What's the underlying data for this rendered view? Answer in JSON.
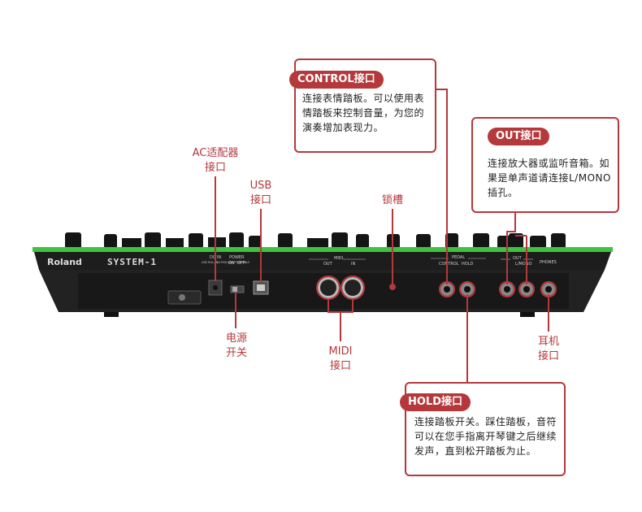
{
  "device": {
    "brand": "Roland",
    "model": "SYSTEM-1",
    "panel_labels": {
      "dc_in": "DC IN",
      "dc_note": "USE ROLAND PSB ADAPTOR ONLY",
      "power": "POWER",
      "power_on": "ON",
      "power_off": "OFF",
      "midi": "MIDI",
      "midi_out": "OUT",
      "midi_in": "IN",
      "pedal": "PEDAL",
      "pedal_control": "CONTROL",
      "pedal_hold": "HOLD",
      "out": "OUT",
      "out_l_mono": "L/MONO",
      "phones": "PHONES"
    },
    "colors": {
      "body": "#1b1b1b",
      "accent_strip": "#3fc23f",
      "callout": "#b5383b"
    }
  },
  "callouts": {
    "control": {
      "title": "CONTROL接口",
      "text": "连接表情踏板。可以使用表情踏板来控制音量，为您的演奏增加表现力。"
    },
    "out": {
      "title": "OUT接口",
      "text": "连接放大器或监听音箱。如果是单声道请连接L/MONO插孔。"
    },
    "hold": {
      "title": "HOLD接口",
      "text": "连接踏板开关。踩住踏板，音符可以在您手指离开琴键之后继续发声，直到松开踏板为止。"
    }
  },
  "labels": {
    "ac": "AC适配器\n接口",
    "usb": "USB\n接口",
    "lock": "锁槽",
    "power": "电源\n开关",
    "midi": "MIDI\n接口",
    "phones": "耳机\n接口"
  }
}
